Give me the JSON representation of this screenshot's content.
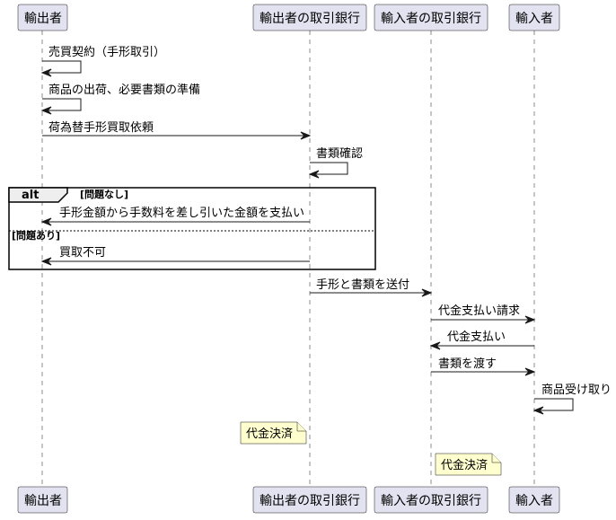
{
  "participants": [
    {
      "id": "exporter",
      "label": "輸出者"
    },
    {
      "id": "exporter_bank",
      "label": "輸出者の取引銀行"
    },
    {
      "id": "importer_bank",
      "label": "輸入者の取引銀行"
    },
    {
      "id": "importer",
      "label": "輸入者"
    }
  ],
  "messages": [
    {
      "from": "exporter",
      "to": "exporter",
      "label": "売買契約（手形取引）"
    },
    {
      "from": "exporter",
      "to": "exporter",
      "label": "商品の出荷、必要書類の準備"
    },
    {
      "from": "exporter",
      "to": "exporter_bank",
      "label": "荷為替手形買取依頼"
    },
    {
      "from": "exporter_bank",
      "to": "exporter_bank",
      "label": "書類確認"
    },
    {
      "from": "exporter_bank",
      "to": "exporter",
      "label": "手形金額から手数料を差し引いた金額を支払い"
    },
    {
      "from": "exporter_bank",
      "to": "exporter",
      "label": "買取不可"
    },
    {
      "from": "exporter_bank",
      "to": "importer_bank",
      "label": "手形と書類を送付"
    },
    {
      "from": "importer_bank",
      "to": "importer",
      "label": "代金支払い請求"
    },
    {
      "from": "importer",
      "to": "importer_bank",
      "label": "代金支払い"
    },
    {
      "from": "importer_bank",
      "to": "importer",
      "label": "書類を渡す"
    },
    {
      "from": "importer",
      "to": "importer",
      "label": "商品受け取り"
    }
  ],
  "alt_block": {
    "keyword": "alt",
    "guard_1": "[問題なし]",
    "guard_2": "[問題あり]"
  },
  "notes": [
    {
      "label": "代金決済"
    },
    {
      "label": "代金決済"
    }
  ],
  "colors": {
    "participant_fill": "#e2e2f0",
    "line": "#181818",
    "note_fill": "#fefece"
  }
}
